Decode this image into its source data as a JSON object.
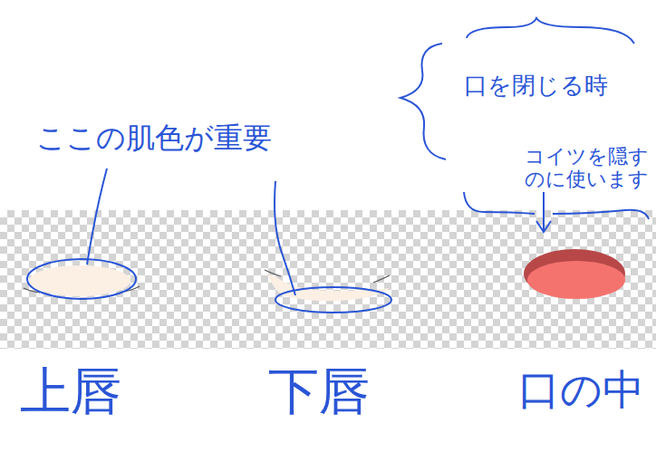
{
  "diagram": {
    "labels": [
      "ここの肌色が重要",
      "口を閉じる時",
      "コイツを隠す のに使います",
      "上唇",
      "下唇",
      "口の中"
    ]
  }
}
